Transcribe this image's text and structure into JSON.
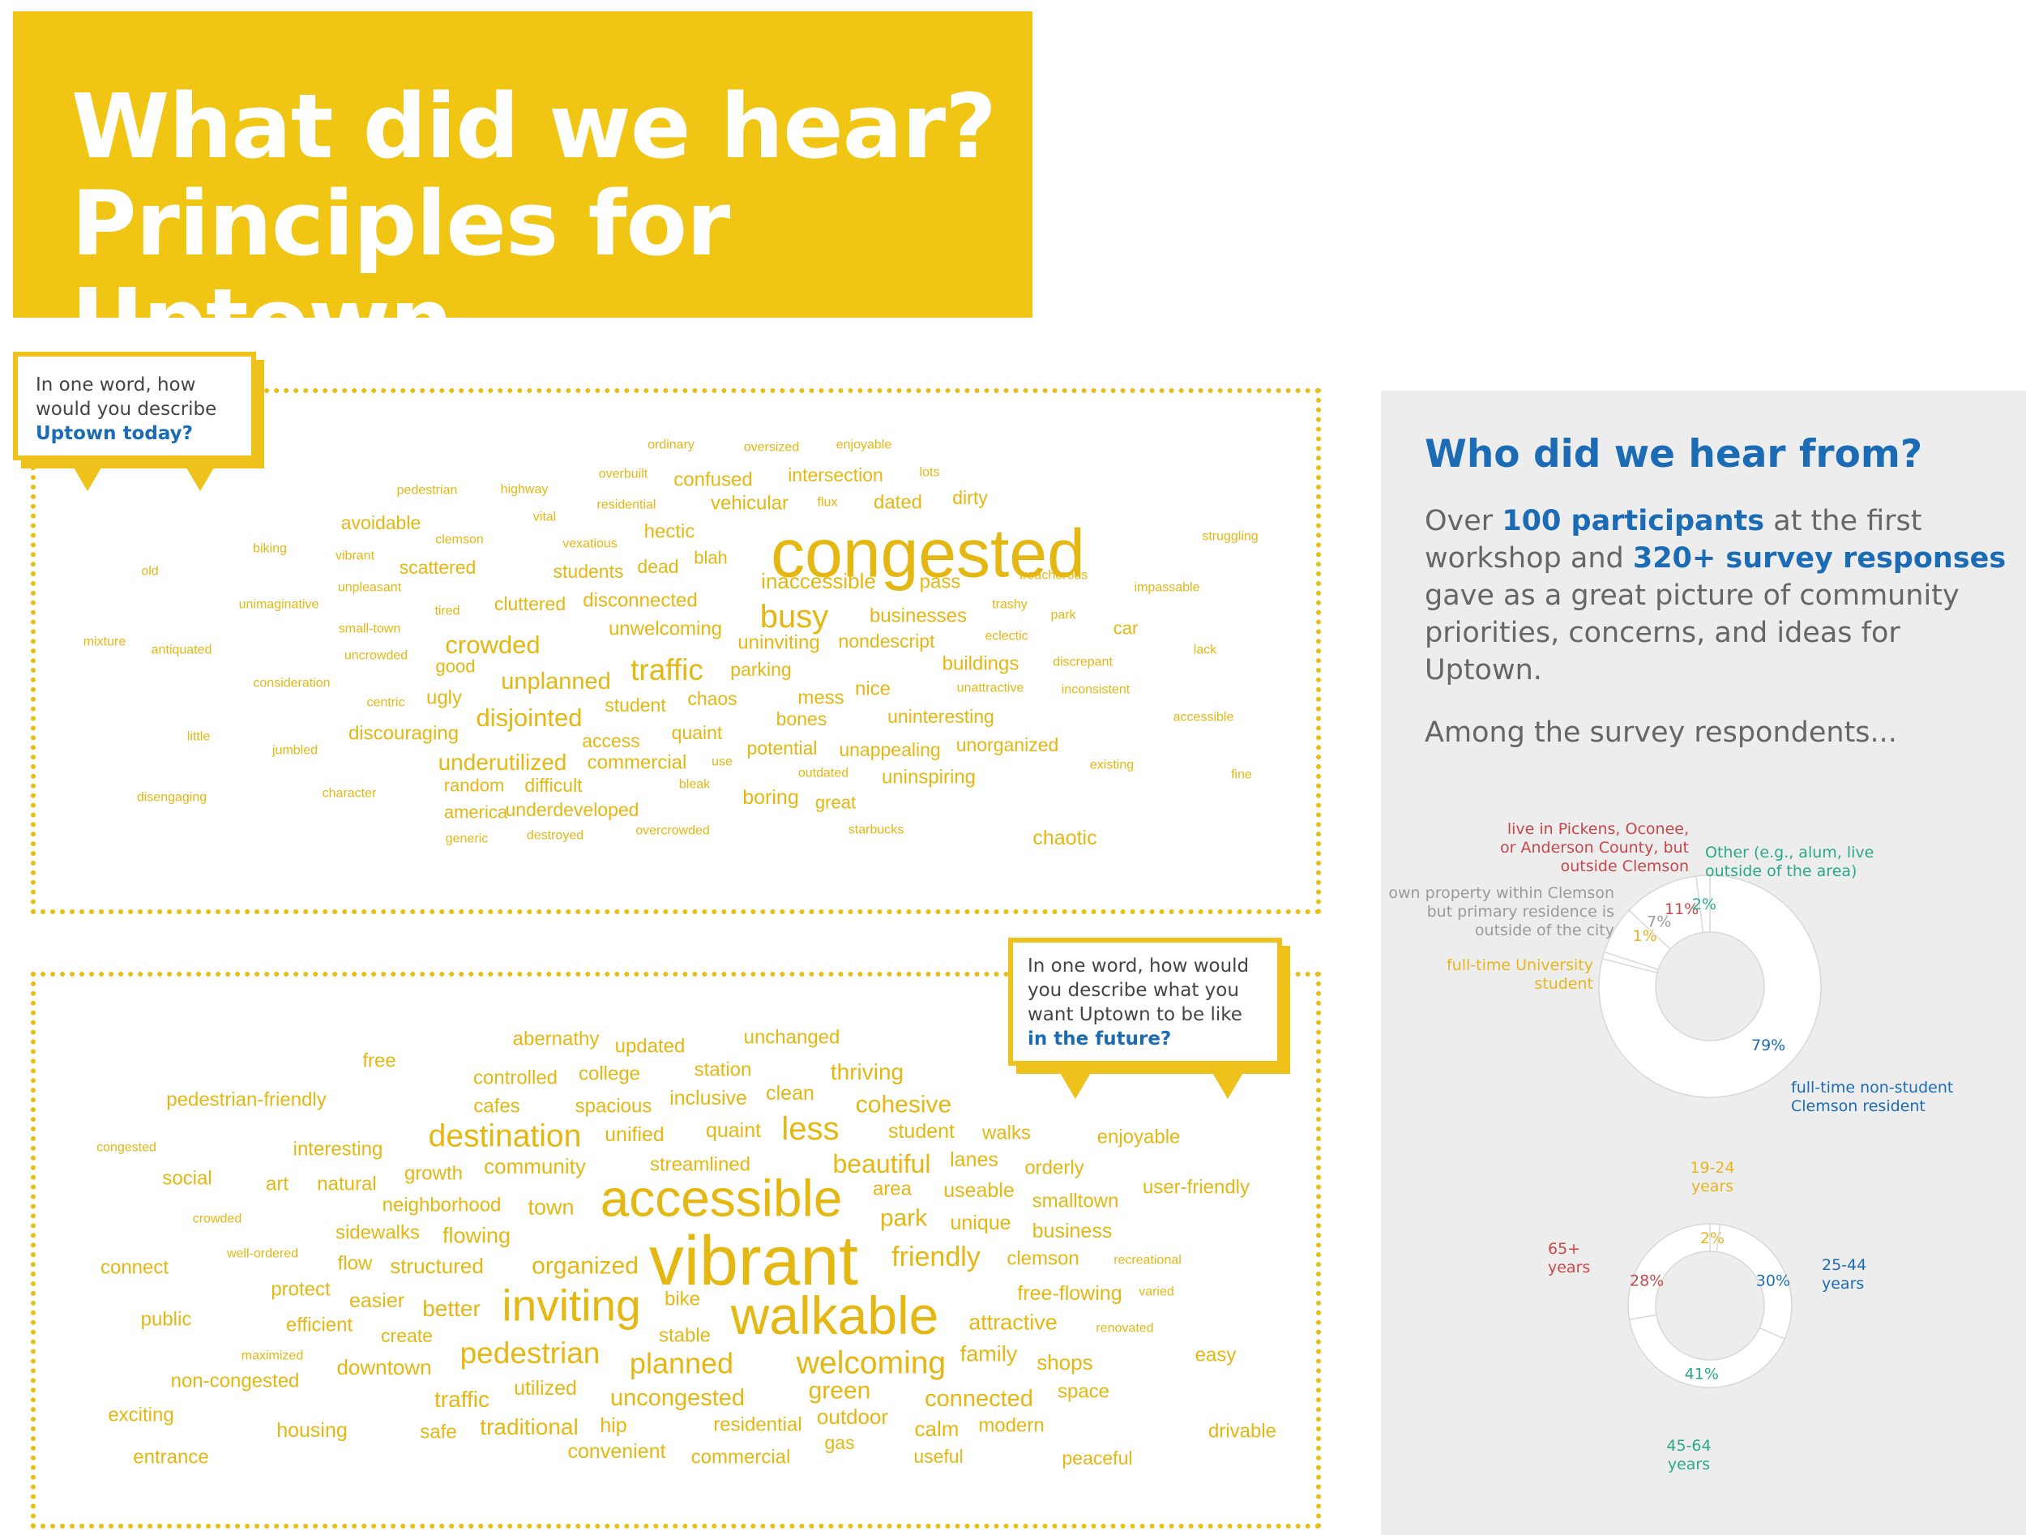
{
  "title": {
    "line1": "What did we hear?",
    "line2": "Principles for Uptown"
  },
  "bubble_today": {
    "text": "In one word, how would you describe",
    "strong": "Uptown today?"
  },
  "bubble_future": {
    "text": "In one word, how would you describe what you want Uptown to be like",
    "strong": "in the future?"
  },
  "sidebar": {
    "title": "Who did we hear from?",
    "body": {
      "p1": "Over ",
      "b1": "100 participants",
      "p2": " at the first workshop and ",
      "b2": "320+ survey responses",
      "p3": " gave as a great picture of community priorities, concerns, and ideas for Uptown."
    },
    "sub": "Among the survey respondents..."
  },
  "colors": {
    "yellow": "#F0C514",
    "blue": "#1B6CB5",
    "red": "#C8474A",
    "teal": "#2AA98A",
    "gray": "#9A9A9A",
    "gold": "#E8B520"
  },
  "chart_data": [
    {
      "type": "pie",
      "style": "donut",
      "slices": [
        {
          "label": "full-time non-student Clemson resident",
          "value": 79,
          "display": "79%",
          "color": "#1B6CB5"
        },
        {
          "label": "full-time University student",
          "value": 1,
          "display": "1%",
          "color": "#E8B520"
        },
        {
          "label": "own property within Clemson but primary residence is outside of the city",
          "value": 7,
          "display": "7%",
          "color": "#9A9A9A"
        },
        {
          "label": "live in Pickens, Oconee, or Anderson County, but outside Clemson",
          "value": 11,
          "display": "11%",
          "color": "#C8474A"
        },
        {
          "label": "Other (e.g., alum, live outside of the area)",
          "value": 2,
          "display": "2%",
          "color": "#2AA98A"
        }
      ]
    },
    {
      "type": "pie",
      "style": "donut",
      "slices": [
        {
          "label": "19-24 years",
          "value": 2,
          "display": "2%",
          "color": "#E8B520"
        },
        {
          "label": "25-44 years",
          "value": 30,
          "display": "30%",
          "color": "#1B6CB5"
        },
        {
          "label": "45-64 years",
          "value": 41,
          "display": "41%",
          "color": "#2AA98A"
        },
        {
          "label": "65+ years",
          "value": 28,
          "display": "28%",
          "color": "#C8474A"
        }
      ]
    },
    {
      "type": "word-cloud",
      "question": "Uptown today",
      "words": [
        [
          "congested",
          84,
          1145,
          682
        ],
        [
          "busy",
          40,
          980,
          760
        ],
        [
          "traffic",
          37,
          823,
          826
        ],
        [
          "crowded",
          31,
          608,
          795
        ],
        [
          "disjointed",
          31,
          653,
          885
        ],
        [
          "unplanned",
          29,
          686,
          840
        ],
        [
          "underutilized",
          28,
          620,
          940
        ],
        [
          "inaccessible",
          26,
          1010,
          717
        ],
        [
          "confused",
          24,
          880,
          591
        ],
        [
          "vehicular",
          24,
          925,
          620
        ],
        [
          "hectic",
          24,
          826,
          655
        ],
        [
          "blah",
          22,
          877,
          688
        ],
        [
          "dead",
          23,
          812,
          699
        ],
        [
          "students",
          23,
          726,
          705
        ],
        [
          "scattered",
          23,
          540,
          700
        ],
        [
          "avoidable",
          23,
          470,
          645
        ],
        [
          "intersection",
          23,
          1031,
          586
        ],
        [
          "dated",
          24,
          1108,
          619
        ],
        [
          "dirty",
          23,
          1197,
          614
        ],
        [
          "pass",
          24,
          1160,
          717
        ],
        [
          "disconnected",
          24,
          790,
          740
        ],
        [
          "cluttered",
          23,
          654,
          745
        ],
        [
          "businesses",
          24,
          1133,
          759
        ],
        [
          "unwelcoming",
          24,
          821,
          775
        ],
        [
          "uninviting",
          24,
          961,
          792
        ],
        [
          "nondescript",
          23,
          1094,
          791
        ],
        [
          "parking",
          23,
          939,
          826
        ],
        [
          "buildings",
          24,
          1210,
          818
        ],
        [
          "good",
          22,
          562,
          822
        ],
        [
          "ugly",
          24,
          548,
          860
        ],
        [
          "student",
          23,
          784,
          870
        ],
        [
          "chaos",
          23,
          879,
          862
        ],
        [
          "mess",
          24,
          1013,
          860
        ],
        [
          "nice",
          24,
          1077,
          849
        ],
        [
          "uninteresting",
          23,
          1161,
          884
        ],
        [
          "bones",
          23,
          989,
          887
        ],
        [
          "quaint",
          23,
          860,
          904
        ],
        [
          "access",
          23,
          754,
          914
        ],
        [
          "discouraging",
          24,
          498,
          904
        ],
        [
          "commercial",
          24,
          786,
          940
        ],
        [
          "potential",
          23,
          965,
          923
        ],
        [
          "unappealing",
          23,
          1098,
          925
        ],
        [
          "unorganized",
          23,
          1243,
          919
        ],
        [
          "random",
          22,
          585,
          969
        ],
        [
          "difficult",
          23,
          683,
          969
        ],
        [
          "uninspiring",
          24,
          1146,
          958
        ],
        [
          "boring",
          25,
          951,
          983
        ],
        [
          "great",
          22,
          1031,
          990
        ],
        [
          "america",
          22,
          587,
          1002
        ],
        [
          "underdeveloped",
          23,
          706,
          999
        ],
        [
          "chaotic",
          25,
          1314,
          1033
        ],
        [
          "car",
          22,
          1389,
          775
        ],
        [
          "ordinary",
          16,
          828,
          548
        ],
        [
          "oversized",
          16,
          952,
          551
        ],
        [
          "enjoyable",
          16,
          1066,
          548
        ],
        [
          "overbuilt",
          16,
          769,
          584
        ],
        [
          "lots",
          16,
          1147,
          582
        ],
        [
          "pedestrian",
          16,
          527,
          604
        ],
        [
          "highway",
          16,
          647,
          603
        ],
        [
          "residential",
          16,
          773,
          622
        ],
        [
          "flux",
          16,
          1021,
          619
        ],
        [
          "vital",
          16,
          672,
          637
        ],
        [
          "clemson",
          16,
          567,
          665
        ],
        [
          "vexatious",
          16,
          728,
          670
        ],
        [
          "biking",
          16,
          333,
          676
        ],
        [
          "vibrant",
          16,
          438,
          685
        ],
        [
          "struggling",
          16,
          1518,
          661
        ],
        [
          "old",
          16,
          185,
          704
        ],
        [
          "treacherous",
          16,
          1300,
          709
        ],
        [
          "impassable",
          16,
          1440,
          724
        ],
        [
          "unpleasant",
          16,
          456,
          724
        ],
        [
          "unimaginative",
          16,
          344,
          745
        ],
        [
          "tired",
          16,
          552,
          753
        ],
        [
          "trashy",
          16,
          1246,
          745
        ],
        [
          "park",
          16,
          1312,
          758
        ],
        [
          "small-town",
          16,
          456,
          775
        ],
        [
          "eclectic",
          16,
          1242,
          784
        ],
        [
          "mixture",
          16,
          129,
          791
        ],
        [
          "antiquated",
          16,
          224,
          801
        ],
        [
          "lack",
          16,
          1487,
          801
        ],
        [
          "uncrowded",
          16,
          464,
          808
        ],
        [
          "discrepant",
          16,
          1336,
          816
        ],
        [
          "consideration",
          16,
          360,
          842
        ],
        [
          "unattractive",
          16,
          1222,
          848
        ],
        [
          "inconsistent",
          16,
          1352,
          850
        ],
        [
          "centric",
          16,
          476,
          866
        ],
        [
          "accessible",
          16,
          1485,
          884
        ],
        [
          "little",
          16,
          245,
          908
        ],
        [
          "jumbled",
          16,
          364,
          925
        ],
        [
          "use",
          16,
          891,
          939
        ],
        [
          "existing",
          16,
          1372,
          943
        ],
        [
          "outdated",
          16,
          1016,
          953
        ],
        [
          "bleak",
          16,
          857,
          967
        ],
        [
          "fine",
          16,
          1532,
          955
        ],
        [
          "character",
          16,
          431,
          978
        ],
        [
          "disengaging",
          16,
          212,
          983
        ],
        [
          "starbucks",
          16,
          1081,
          1023
        ],
        [
          "overcrowded",
          16,
          830,
          1024
        ],
        [
          "generic",
          16,
          576,
          1034
        ],
        [
          "destroyed",
          16,
          685,
          1030
        ]
      ]
    },
    {
      "type": "word-cloud",
      "question": "Uptown in the future",
      "words": [
        [
          "vibrant",
          86,
          930,
          1555
        ],
        [
          "accessible",
          64,
          890,
          1478
        ],
        [
          "walkable",
          66,
          1030,
          1623
        ],
        [
          "inviting",
          55,
          705,
          1610
        ],
        [
          "destination",
          39,
          623,
          1401
        ],
        [
          "less",
          40,
          1000,
          1392
        ],
        [
          "pedestrian",
          37,
          654,
          1669
        ],
        [
          "welcoming",
          39,
          1075,
          1681
        ],
        [
          "planned",
          36,
          841,
          1682
        ],
        [
          "friendly",
          34,
          1155,
          1550
        ],
        [
          "beautiful",
          32,
          1088,
          1436
        ],
        [
          "cohesive",
          30,
          1115,
          1362
        ],
        [
          "thriving",
          28,
          1070,
          1322
        ],
        [
          "green",
          30,
          1036,
          1715
        ],
        [
          "connected",
          29,
          1208,
          1725
        ],
        [
          "organized",
          30,
          722,
          1561
        ],
        [
          "attractive",
          27,
          1250,
          1631
        ],
        [
          "uncongested",
          29,
          836,
          1724
        ],
        [
          "traditional",
          28,
          653,
          1760
        ],
        [
          "traffic",
          28,
          570,
          1726
        ],
        [
          "park",
          30,
          1115,
          1502
        ],
        [
          "town",
          27,
          680,
          1489
        ],
        [
          "utilized",
          25,
          673,
          1712
        ],
        [
          "inclusive",
          25,
          874,
          1354
        ],
        [
          "clean",
          25,
          975,
          1348
        ],
        [
          "quaint",
          25,
          905,
          1394
        ],
        [
          "unified",
          25,
          783,
          1399
        ],
        [
          "student",
          25,
          1137,
          1395
        ],
        [
          "walks",
          24,
          1242,
          1397
        ],
        [
          "lanes",
          25,
          1202,
          1430
        ],
        [
          "orderly",
          24,
          1301,
          1440
        ],
        [
          "useable",
          25,
          1208,
          1468
        ],
        [
          "smalltown",
          24,
          1327,
          1481
        ],
        [
          "user-friendly",
          24,
          1476,
          1464
        ],
        [
          "unique",
          25,
          1210,
          1508
        ],
        [
          "business",
          25,
          1323,
          1518
        ],
        [
          "clemson",
          24,
          1287,
          1552
        ],
        [
          "free-flowing",
          25,
          1320,
          1595
        ],
        [
          "family",
          27,
          1220,
          1670
        ],
        [
          "shops",
          26,
          1314,
          1681
        ],
        [
          "outdoor",
          26,
          1052,
          1748
        ],
        [
          "calm",
          26,
          1156,
          1763
        ],
        [
          "modern",
          24,
          1248,
          1758
        ],
        [
          "residential",
          24,
          935,
          1757
        ],
        [
          "hip",
          25,
          757,
          1758
        ],
        [
          "convenient",
          25,
          761,
          1790
        ],
        [
          "commercial",
          24,
          914,
          1797
        ],
        [
          "gas",
          23,
          1036,
          1780
        ],
        [
          "useful",
          23,
          1158,
          1797
        ],
        [
          "peaceful",
          23,
          1354,
          1799
        ],
        [
          "drivable",
          24,
          1533,
          1765
        ],
        [
          "easy",
          24,
          1500,
          1671
        ],
        [
          "space",
          24,
          1337,
          1716
        ],
        [
          "enjoyable",
          24,
          1405,
          1402
        ],
        [
          "recreational",
          16,
          1416,
          1554
        ],
        [
          "varied",
          16,
          1427,
          1593
        ],
        [
          "renovated",
          16,
          1388,
          1638
        ],
        [
          "stable",
          24,
          845,
          1647
        ],
        [
          "bike",
          24,
          842,
          1602
        ],
        [
          "better",
          28,
          557,
          1614
        ],
        [
          "easier",
          25,
          465,
          1604
        ],
        [
          "create",
          23,
          502,
          1648
        ],
        [
          "efficient",
          24,
          394,
          1634
        ],
        [
          "protect",
          24,
          371,
          1590
        ],
        [
          "structured",
          26,
          539,
          1562
        ],
        [
          "flow",
          24,
          438,
          1558
        ],
        [
          "flowing",
          27,
          588,
          1524
        ],
        [
          "sidewalks",
          24,
          466,
          1520
        ],
        [
          "neighborhood",
          24,
          545,
          1486
        ],
        [
          "natural",
          24,
          428,
          1460
        ],
        [
          "art",
          24,
          342,
          1460
        ],
        [
          "social",
          24,
          231,
          1453
        ],
        [
          "growth",
          24,
          535,
          1447
        ],
        [
          "community",
          26,
          660,
          1439
        ],
        [
          "streamlined",
          24,
          864,
          1436
        ],
        [
          "area",
          24,
          1101,
          1466
        ],
        [
          "interesting",
          24,
          417,
          1417
        ],
        [
          "spacious",
          24,
          757,
          1364
        ],
        [
          "cafes",
          24,
          613,
          1364
        ],
        [
          "controlled",
          24,
          636,
          1329
        ],
        [
          "college",
          24,
          752,
          1324
        ],
        [
          "station",
          24,
          892,
          1319
        ],
        [
          "updated",
          24,
          802,
          1290
        ],
        [
          "unchanged",
          24,
          977,
          1279
        ],
        [
          "abernathy",
          24,
          686,
          1281
        ],
        [
          "free",
          24,
          468,
          1308
        ],
        [
          "pedestrian-friendly",
          24,
          304,
          1356
        ],
        [
          "congested",
          16,
          156,
          1415
        ],
        [
          "crowded",
          16,
          268,
          1503
        ],
        [
          "well-ordered",
          16,
          324,
          1546
        ],
        [
          "connect",
          24,
          166,
          1563
        ],
        [
          "public",
          24,
          205,
          1627
        ],
        [
          "maximized",
          16,
          336,
          1672
        ],
        [
          "downtown",
          26,
          474,
          1687
        ],
        [
          "non-congested",
          24,
          290,
          1703
        ],
        [
          "exciting",
          24,
          174,
          1745
        ],
        [
          "housing",
          25,
          385,
          1764
        ],
        [
          "safe",
          24,
          541,
          1766
        ],
        [
          "entrance",
          24,
          211,
          1797
        ]
      ]
    }
  ]
}
